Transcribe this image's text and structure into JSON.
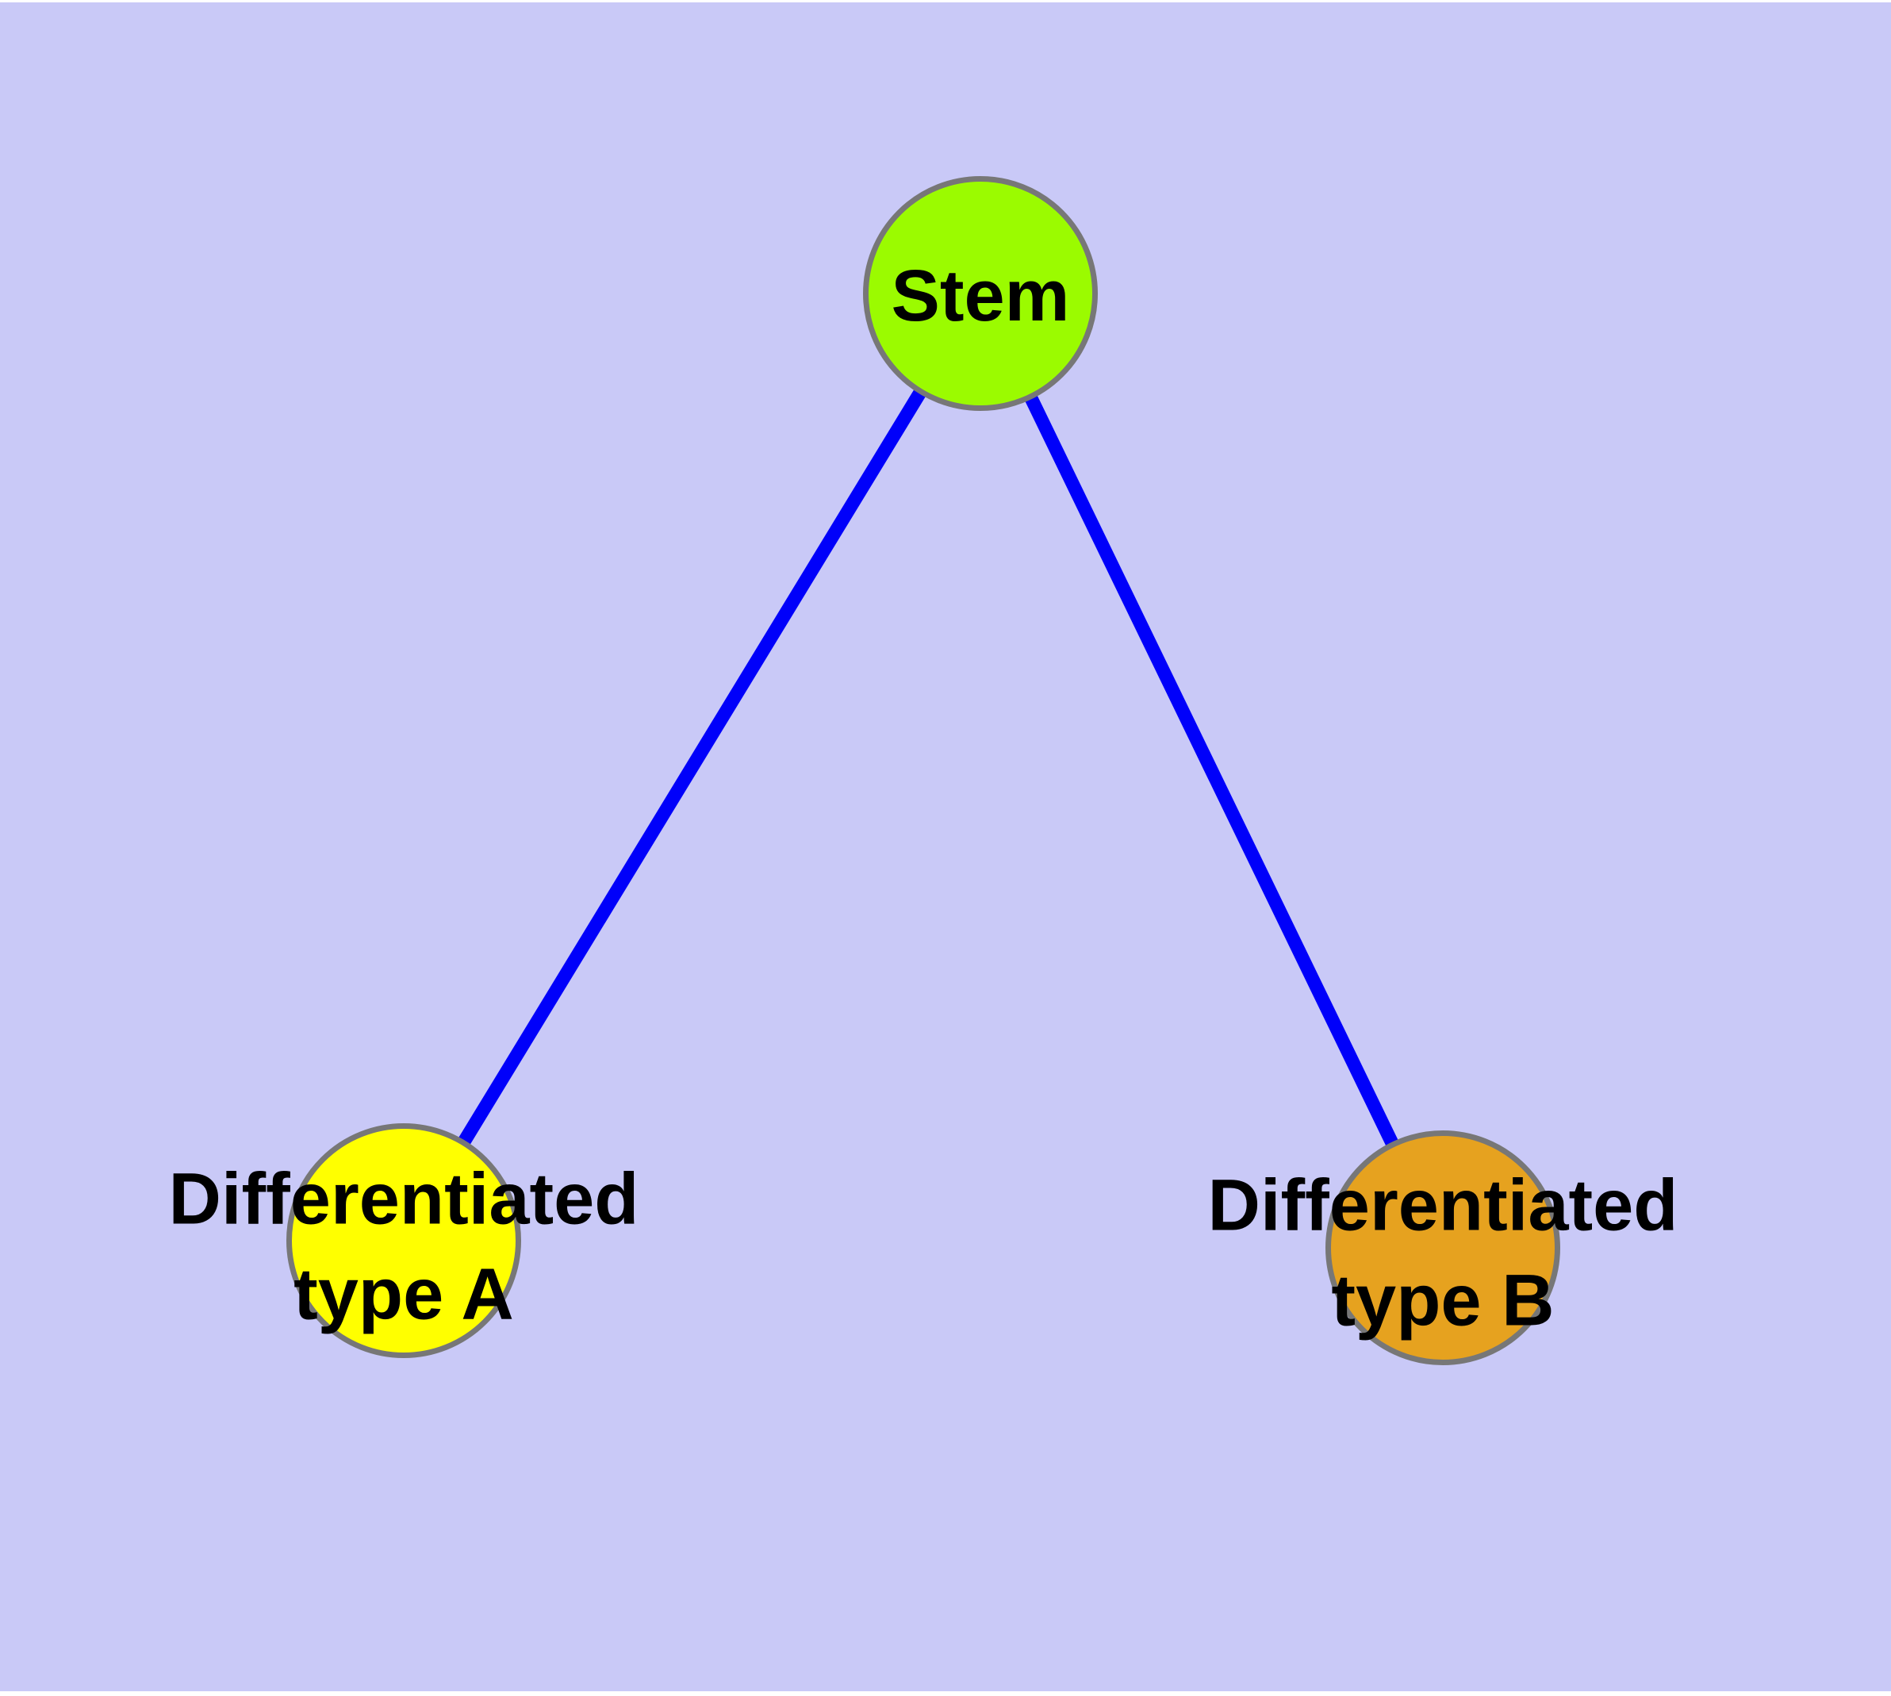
{
  "diagram": {
    "type": "node-link-graph",
    "description": "Stem cell differentiation hierarchy: one stem node linked to two differentiated cell-type nodes",
    "nodes": [
      {
        "id": "stem",
        "label": "Stem",
        "fill": "#9BFB00",
        "shape": "circle"
      },
      {
        "id": "type-a",
        "label": "Differentiated\ntype A",
        "fill": "#FFFF00",
        "shape": "circle"
      },
      {
        "id": "type-b",
        "label": "Differentiated\ntype B",
        "fill": "#E6A21F",
        "shape": "circle"
      }
    ],
    "edges": [
      {
        "from": "stem",
        "to": "type-a"
      },
      {
        "from": "stem",
        "to": "type-b"
      }
    ]
  },
  "colors": {
    "page": "#FFFFFF",
    "background": "#C9C9F7",
    "node_border": "#777777",
    "edge": "#0000FA",
    "label": "#000000",
    "stem_fill": "#9BFB00",
    "type_a_fill": "#FFFF00",
    "type_b_fill": "#E6A21F"
  }
}
